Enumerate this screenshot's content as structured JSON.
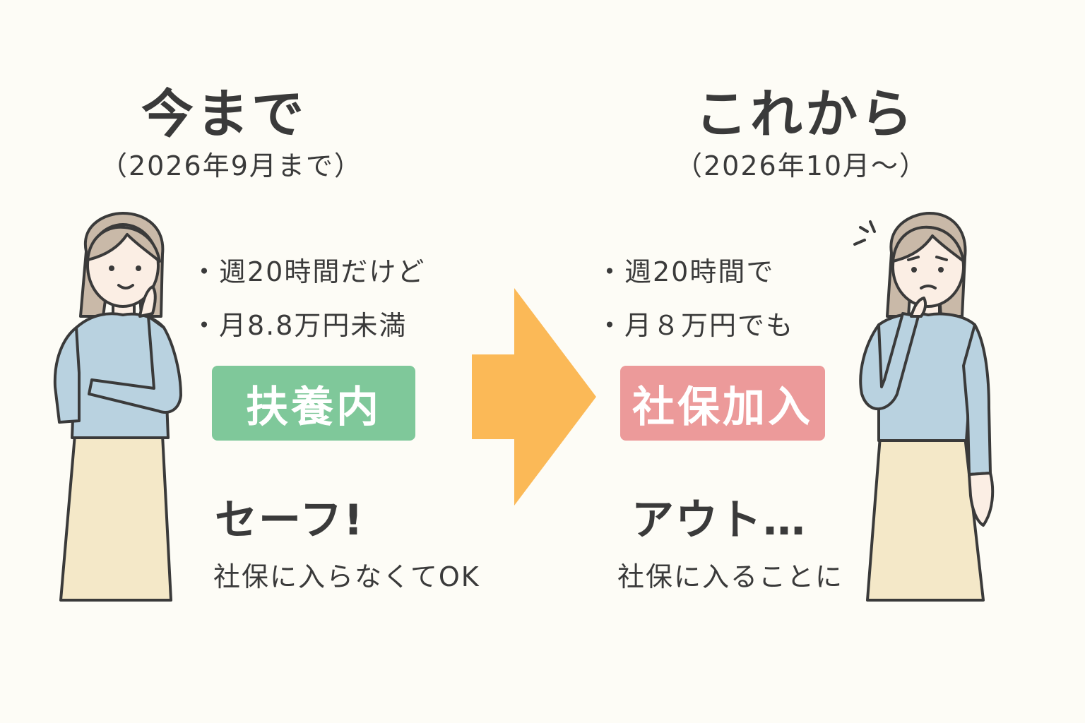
{
  "colors": {
    "background": "#fdfcf6",
    "text": "#3a3a3a",
    "badge_green": "#7fc89a",
    "badge_red": "#ec9a9a",
    "arrow": "#fbb957",
    "sweater": "#b9d2e0",
    "skirt": "#f4e8c8",
    "hair": "#c9b9a8",
    "skin": "#fbeee4"
  },
  "before": {
    "title": "今まで",
    "period": "（2026年9月まで）",
    "conditions": [
      "・週20時間だけど",
      "・月8.8万円未満"
    ],
    "badge": "扶養内",
    "verdict": "セーフ!",
    "note": "社保に入らなくてOK"
  },
  "after": {
    "title": "これから",
    "period": "（2026年10月～）",
    "conditions": [
      "・週20時間で",
      "・月８万円でも"
    ],
    "badge": "社保加入",
    "verdict": "アウト…",
    "note": "社保に入ることに"
  },
  "icons": {
    "arrow": "arrow-right-icon",
    "left_person": "woman-relaxed-icon",
    "right_person": "woman-worried-icon"
  }
}
